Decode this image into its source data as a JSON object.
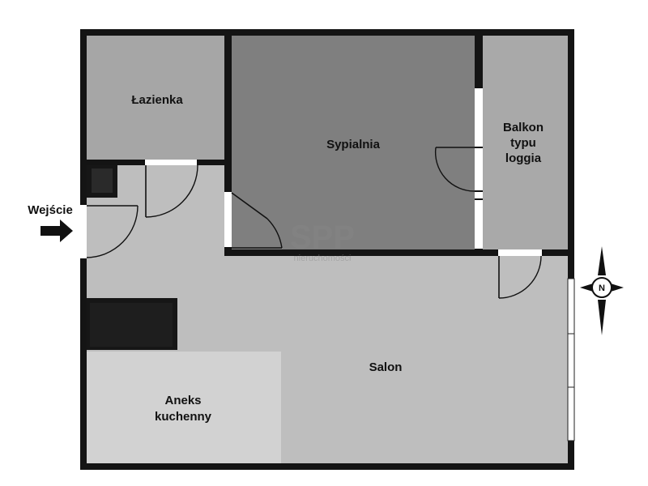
{
  "rooms": {
    "lazienka": "Łazienka",
    "sypialnia": "Sypialnia",
    "balkon_line1": "Balkon",
    "balkon_line2": "typu",
    "balkon_line3": "loggia",
    "salon": "Salon",
    "aneks_line1": "Aneks",
    "aneks_line2": "kuchenny"
  },
  "entry": {
    "label": "Wejście"
  },
  "compass": {
    "letter": "N"
  },
  "watermark": {
    "brand": "SPP",
    "sub": "nieruchomości"
  },
  "colors": {
    "wall": "#141414",
    "sypialnia": "#7f7f7f",
    "lazienka": "#a6a6a6",
    "balkon": "#a9a9a9",
    "salon": "#bebebe",
    "aneks": "#d2d2d2",
    "furniture": "#161616"
  }
}
